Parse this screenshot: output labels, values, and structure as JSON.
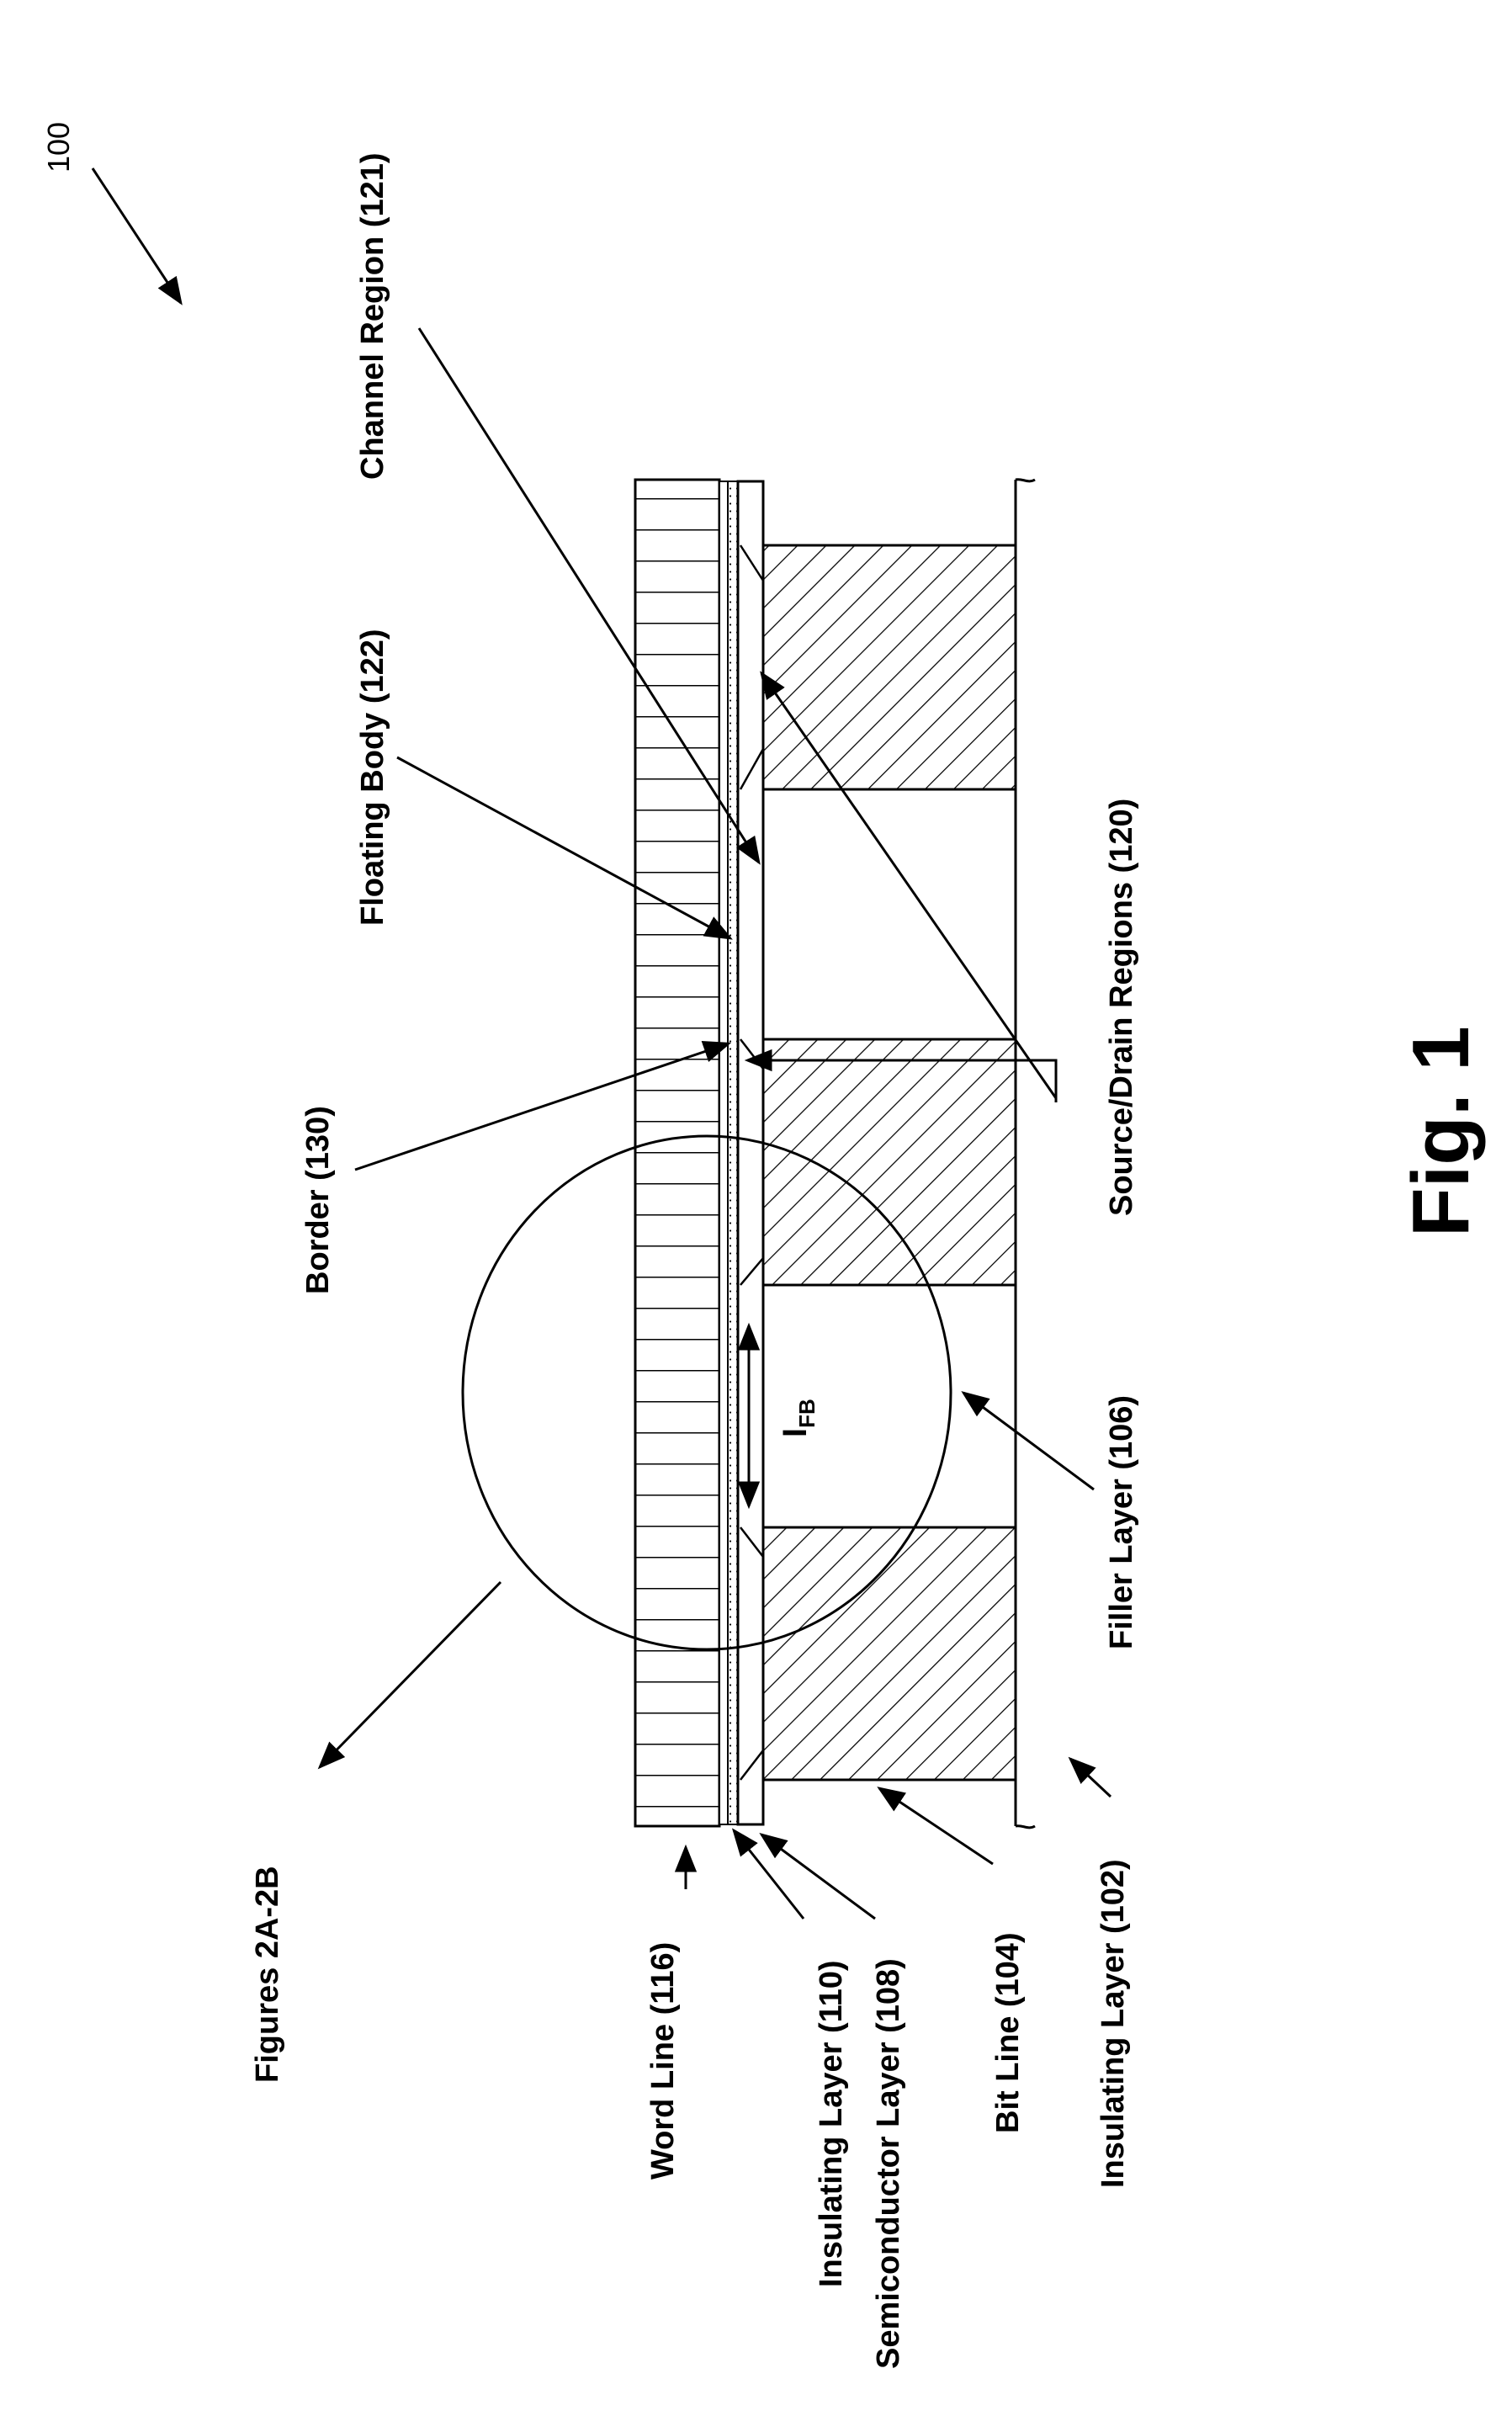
{
  "figure": {
    "ref_number": "100",
    "caption": "Fig. 1"
  },
  "labels": {
    "channel_region": "Channel Region (121)",
    "floating_body": "Floating Body (122)",
    "border": "Border (130)",
    "source_drain": "Source/Drain Regions (120)",
    "filler_layer": "Filler Layer (106)",
    "figures_ref": "Figures 2A-2B",
    "word_line": "Word Line (116)",
    "insulating_layer_110": "Insulating Layer (110)",
    "semiconductor_layer": "Semiconductor Layer (108)",
    "bit_line": "Bit Line (104)",
    "insulating_layer_102": "Insulating Layer (102)",
    "current_symbol": "I",
    "current_subscript": "FB"
  }
}
